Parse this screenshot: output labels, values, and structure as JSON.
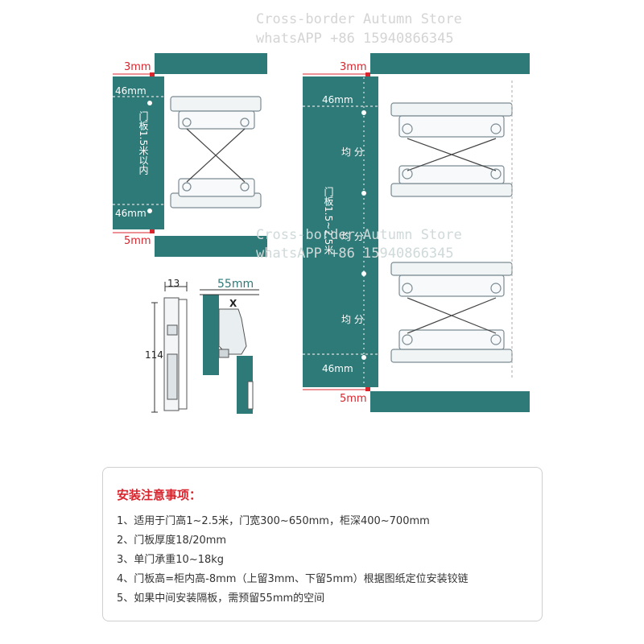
{
  "watermark": {
    "line1": "Cross-border Autumn Store",
    "line2": "whatsAPP +86 15940866345"
  },
  "left_diagram": {
    "top_gap": "3mm",
    "bottom_gap": "5mm",
    "top_hinge_offset": "46mm",
    "bottom_hinge_offset": "46mm",
    "door_label": "门板1.5米以内"
  },
  "right_diagram": {
    "top_gap": "3mm",
    "bottom_gap": "5mm",
    "top_hinge_offset": "46mm",
    "bottom_hinge_offset": "46mm",
    "door_label": "门板1.5~2.5米",
    "even_split_labels": [
      "均 分",
      "均 分",
      "均 分"
    ]
  },
  "detail": {
    "width_label": "55mm",
    "dim_13": "13",
    "dim_114": "114",
    "x_label": "X"
  },
  "notes": {
    "title": "安装注意事项：",
    "items": [
      "1、适用于门高1~2.5米，门宽300~650mm，柜深400~700mm",
      "2、门板厚度18/20mm",
      "3、单门承重10~18kg",
      "4、门板高=柜内高-8mm（上留3mm、下留5mm）根据图纸定位安装铰链",
      "5、如果中间安装隔板，需预留55mm的空间"
    ]
  }
}
